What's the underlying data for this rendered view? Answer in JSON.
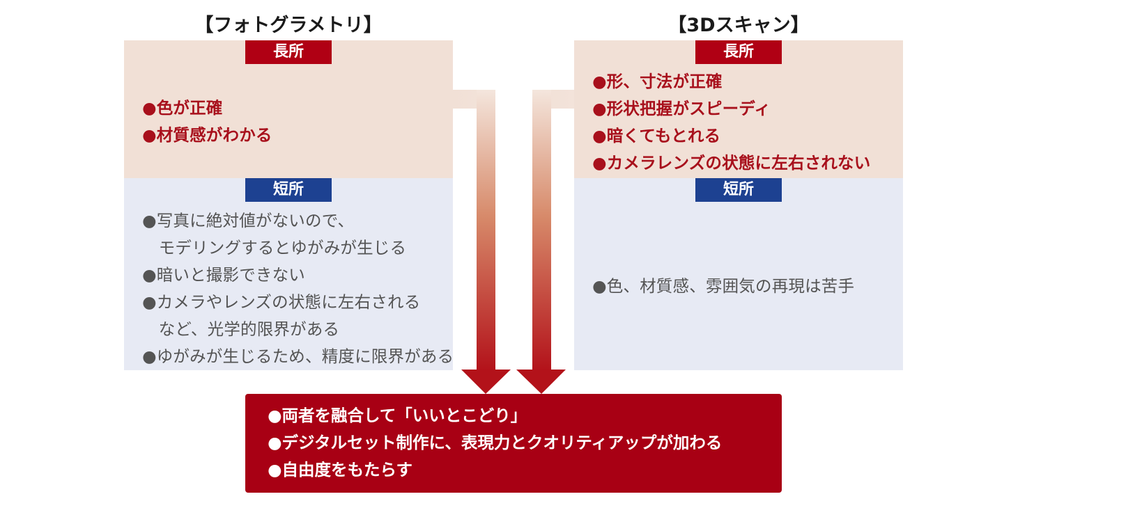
{
  "photogrammetry": {
    "title": "【フォトグラメトリ】",
    "pros_label": "長所",
    "pros": [
      "●色が正確",
      "●材質感がわかる"
    ],
    "cons_label": "短所",
    "cons": [
      "●写真に絶対値がないので、",
      "　モデリングするとゆがみが生じる",
      "●暗いと撮影できない",
      "●カメラやレンズの状態に左右される",
      "　など、光学的限界がある",
      "●ゆがみが生じるため、精度に限界がある"
    ]
  },
  "scan3d": {
    "title": "【3Dスキャン】",
    "pros_label": "長所",
    "pros": [
      "●形、寸法が正確",
      "●形状把握がスピーディ",
      "●暗くてもとれる",
      "●カメラレンズの状態に左右されない"
    ],
    "cons_label": "短所",
    "cons": [
      "●色、材質感、雰囲気の再現は苦手"
    ]
  },
  "result": {
    "items": [
      "●両者を融合して「いいとこどり」",
      "●デジタルセット制作に、表現力とクオリティアップが加わる",
      "●自由度をもたらす"
    ]
  },
  "colors": {
    "accent_red": "#a80014",
    "accent_blue": "#1d4191",
    "pros_bg": "#f1e0d6",
    "cons_bg": "#e7eaf4"
  }
}
